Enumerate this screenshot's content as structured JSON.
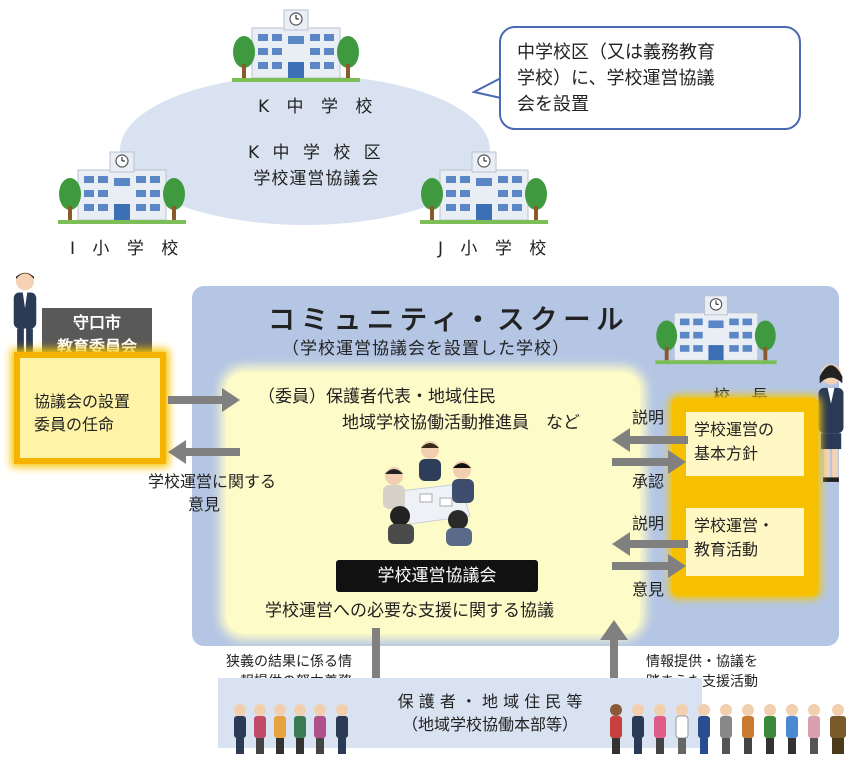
{
  "schools": {
    "k_label": "K 中 学 校",
    "i_label": "I 小 学 校",
    "j_label": "J 小 学 校",
    "district_line1": "K 中 学 校 区",
    "district_line2": "学校運営協議会"
  },
  "callout": {
    "line1": "中学校区（又は義務教育",
    "line2": "学校）に、学校運営協議",
    "line3": "会を設置"
  },
  "community_school": {
    "title": "コミュニティ・スクール",
    "subtitle": "（学校運営協議会を設置した学校）"
  },
  "board": {
    "head_line1": "守口市",
    "head_line2": "教育委員会",
    "duty_line1": "協議会の設置",
    "duty_line2": "委員の任命",
    "opinion_line1": "学校運営に関する",
    "opinion_line2": "意見"
  },
  "council": {
    "members_line1": "（委員）保護者代表・地域住民",
    "members_line2": "地域学校協働活動推進員　など",
    "name": "学校運営協議会",
    "discussion": "学校運営への必要な支援に関する協議"
  },
  "principal": {
    "label": "校　長",
    "policy_line1": "学校運営の",
    "policy_line2": "基本方針",
    "activity_line1": "学校運営・",
    "activity_line2": "教育活動",
    "explain1": "説明",
    "approve": "承認",
    "explain2": "説明",
    "opinion": "意見"
  },
  "bottom": {
    "left_line1": "狭義の結果に係る情",
    "left_line2": "報提供の努力義務",
    "right_line1": "情報提供・協議を",
    "right_line2": "踏まえた支援活動",
    "band_line1": "保 護 者 ・ 地 域 住 民 等",
    "band_line2": "（地域学校協働本部等）"
  },
  "colors": {
    "panel": "#b4c6e4",
    "yellow": "#fdfbc8",
    "orange": "#f6c000",
    "arrow": "#808080"
  }
}
